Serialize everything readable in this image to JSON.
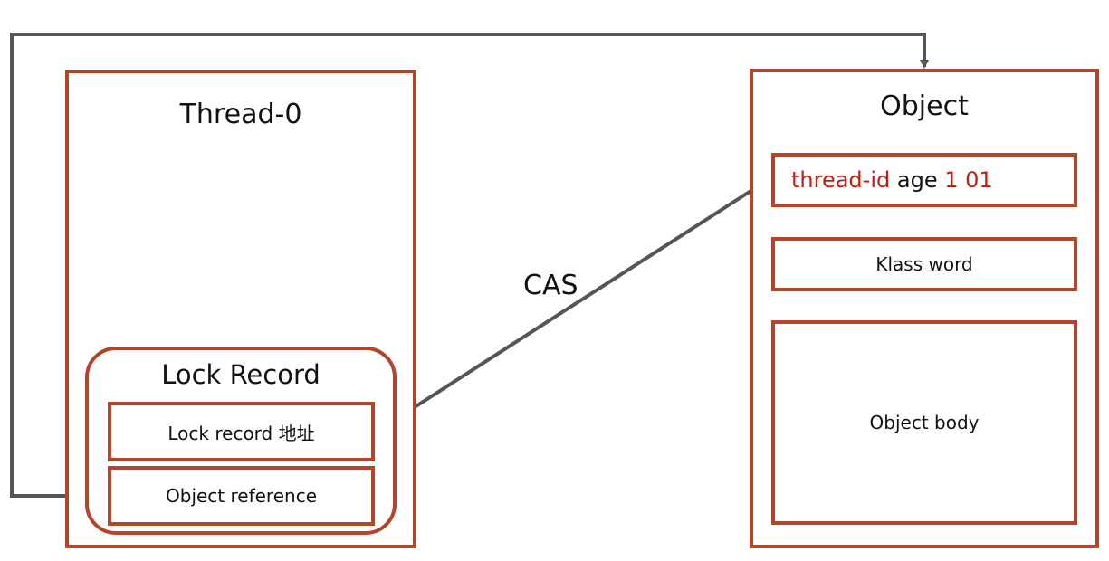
{
  "thread": {
    "title": "Thread-0"
  },
  "lock_record": {
    "title": "Lock Record",
    "address_label": "Lock record 地址",
    "reference_label": "Object reference"
  },
  "object": {
    "title": "Object",
    "mark_word": {
      "thread_id": "thread-id",
      "age": "age",
      "bits": "1 01"
    },
    "klass_word": "Klass word",
    "body": "Object body"
  },
  "cas_label": "CAS",
  "colors": {
    "border": "#b5442a",
    "highlight": "#c0200f",
    "arrow": "#555555"
  }
}
